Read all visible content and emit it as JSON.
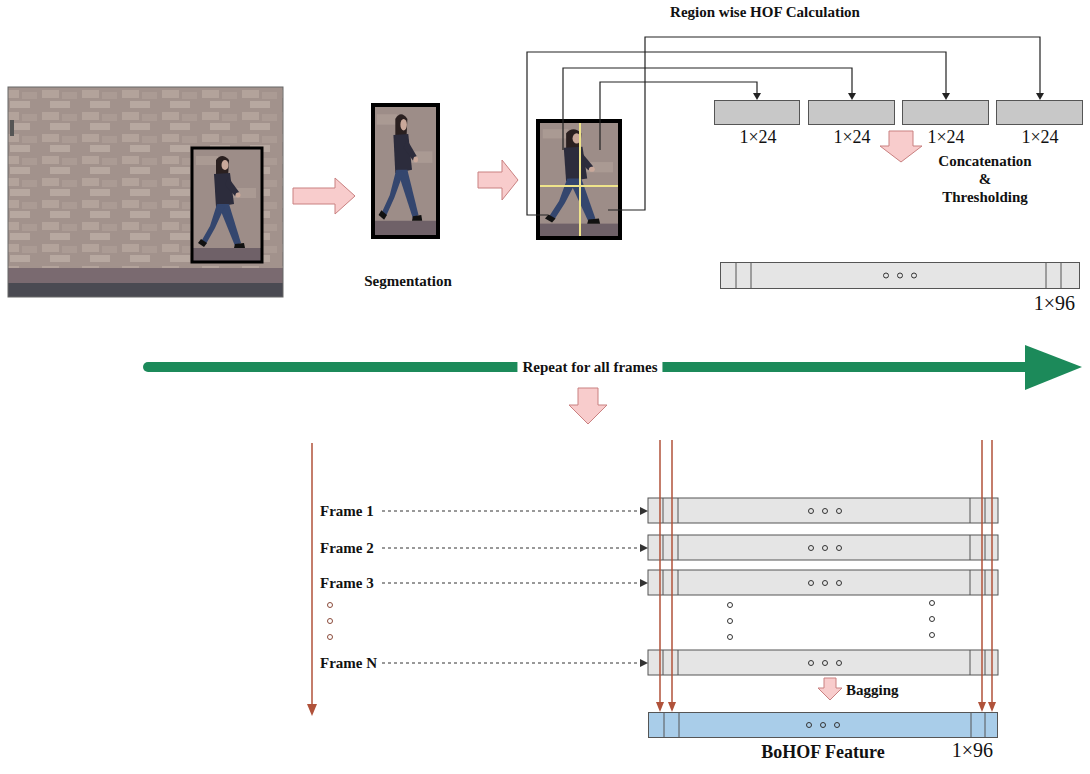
{
  "diagram": {
    "nodes": [
      {
        "text": [
          "1×24"
        ]
      },
      {
        "text": [
          "1×24"
        ]
      },
      {
        "text": [
          "1×24"
        ]
      },
      {
        "text": [
          "1×24"
        ]
      },
      {
        "text": [
          "1×96"
        ]
      },
      {
        "text": [
          "BoHOF Feature",
          "1×96"
        ]
      }
    ],
    "labels": [
      "Region wise HOF Calculation",
      "Segmentation",
      "Concatenation & Thresholding",
      "Repeat for all frames",
      "Frame 1",
      "Frame 2",
      "Frame 3",
      "Frame N",
      "Bagging"
    ]
  }
}
